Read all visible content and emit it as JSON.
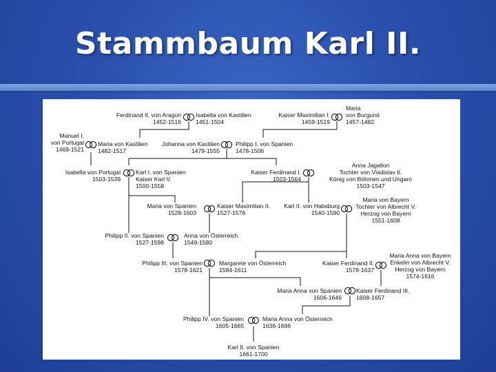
{
  "slide": {
    "title": "Stammbaum Karl II."
  },
  "persons": {
    "ferdinand2": "Ferdinand II. von Aragon\n1452-1516",
    "isabella_kastilien": "Isabella von Kastilien\n1451-1504",
    "maximilian1": "Kaiser Maximilian I.\n1459-1519",
    "maria_burgund": "Maria\nvon Burgund\n1457-1482",
    "manuel1": "Manuel I.\nvon Portugal\n1469-1521",
    "maria_kastilien": "Maria von Kastilien\n1482-1517",
    "johanna": "Johanna von Kastilien\n1479-1555",
    "philipp1": "Philipp I. von Spanien\n1478-1506",
    "isabella_portugal": "Isabella von Portugal\n1503-1539",
    "karl1": "Karl I. von Spanien\nKaiser Karl V.\n1500-1558",
    "ferdinand1": "Kaiser Ferdinand I.\n1503-1564",
    "anna_jagellon": "Anna Jagellon\nTochter von Vladislav II.\nKönig von Böhmen und Ungarn\n1503-1547",
    "maria_spanien": "Maria von Spanien\n1528-1603",
    "maximilian2": "Kaiser Maximilian II.\n1527-1576",
    "karl2_habsburg": "Karl II. von Habsburg\n1540-1590",
    "maria_bayern": "Maria von Bayern\nTochter von Albrecht V.\nHerzog von Bayern\n1551-1608",
    "philipp2": "Philipp II. von Spanien\n1527-1598",
    "anna_oesterreich": "Anna von Österreich\n1549-1580",
    "philipp3": "Philipp III. von Spanien\n1578-1621",
    "margarete": "Margarete von Österreich\n1584-1611",
    "ferdinand2_kaiser": "Kaiser Ferdinand II.\n1578-1637",
    "maria_anna_bayern": "Maria Anna von Bayern\nEnkelin von Albrecht V.\nHerzog von Bayern\n1574-1616",
    "maria_anna_spanien": "Maria Anna von Spanien\n1606-1646",
    "ferdinand3": "Kaiser Ferdinand III.\n1608-1657",
    "philipp4": "Philipp IV. von Spanien\n1605-1665",
    "maria_anna_oesterreich": "Maria Anna von Österreich\n1636-1696",
    "karl2": "Karl II. von Spanien\n1661-1700"
  }
}
